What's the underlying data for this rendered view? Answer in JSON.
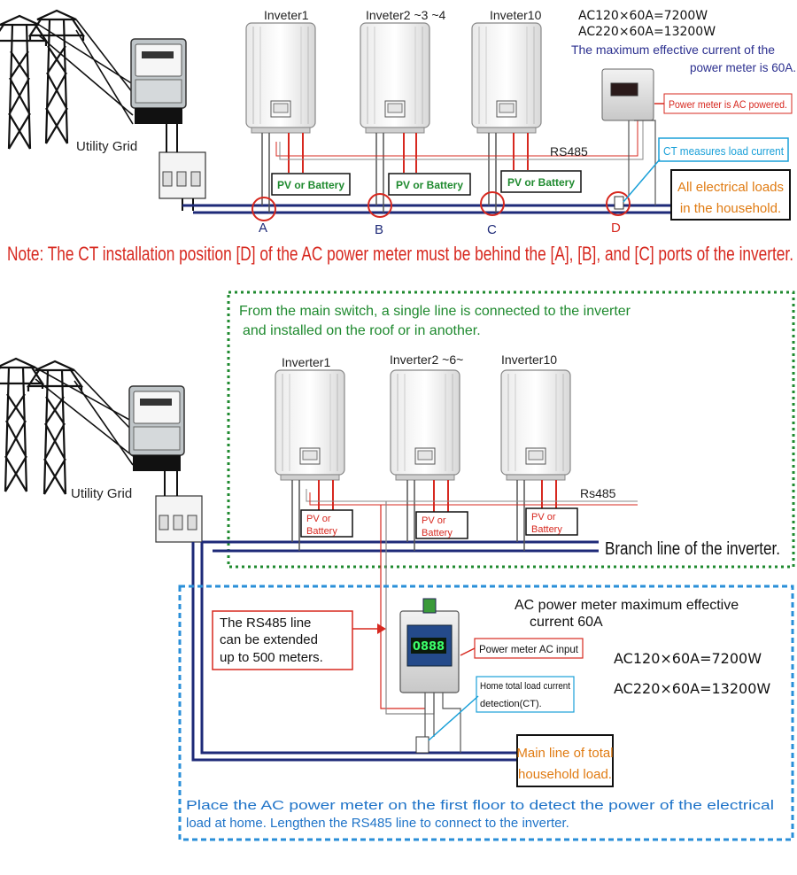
{
  "top": {
    "inverter_labels": [
      "Inveter1",
      "Inveter2  ~3   ~4",
      "Inveter10"
    ],
    "spec_line1": "AC120×60A=7200W",
    "spec_line2": "AC220×60A=13200W",
    "max_current_line1": "The maximum effective current of the",
    "max_current_line2": "power meter is 60A.",
    "meter_power_label": "Power meter is AC powered.",
    "ct_label": "CT measures load current",
    "rs485": "RS485",
    "utility_grid": "Utility Grid",
    "pv_battery": "PV or Battery",
    "loads_line1": "All electrical loads",
    "loads_line2": "in the household.",
    "port_a": "A",
    "port_b": "B",
    "port_c": "C",
    "port_d": "D",
    "note": "Note: The CT installation position [D] of the AC power meter must be behind the [A], [B], and [C] ports of the inverter."
  },
  "bottom": {
    "green_line1": "From the main switch, a single line is connected to the inverter",
    "green_line2": "and installed on the roof or in another.",
    "inverter_labels": [
      "Inverter1",
      "Inverter2 ~6~",
      "Inverter10"
    ],
    "rs485": "Rs485",
    "utility_grid": "Utility Grid",
    "pv_line1": "PV or",
    "pv_line2": "Battery",
    "branch_line": "Branch line of the inverter.",
    "meter_max_line1": "AC power meter maximum effective",
    "meter_max_line2": "current 60A",
    "rs485_ext_line1": "The RS485 line",
    "rs485_ext_line2": "can be extended",
    "rs485_ext_line3": "up to 500 meters.",
    "meter_ac_input": "Power meter AC input",
    "ct_line1": "Home total load current",
    "ct_line2": "detection(CT).",
    "spec_line1": "AC120×60A=7200W",
    "spec_line2": "AC220×60A=13200W",
    "main_line1": "Main line of total",
    "main_line2": "household load.",
    "footer_line1": "Place the AC power meter on the first floor to detect the power of the electrical",
    "footer_line2": "load at home. Lengthen the RS485 line to connect to the inverter.",
    "meter_display": "0888"
  },
  "colors": {
    "red": "#d7281f",
    "navy": "#1e2a78",
    "green": "#1f8a2f",
    "blue_dash": "#2a8fd8",
    "orange": "#e07b12",
    "cyan": "#1aa0d8",
    "dark_blue_text": "#2b2f8f"
  }
}
